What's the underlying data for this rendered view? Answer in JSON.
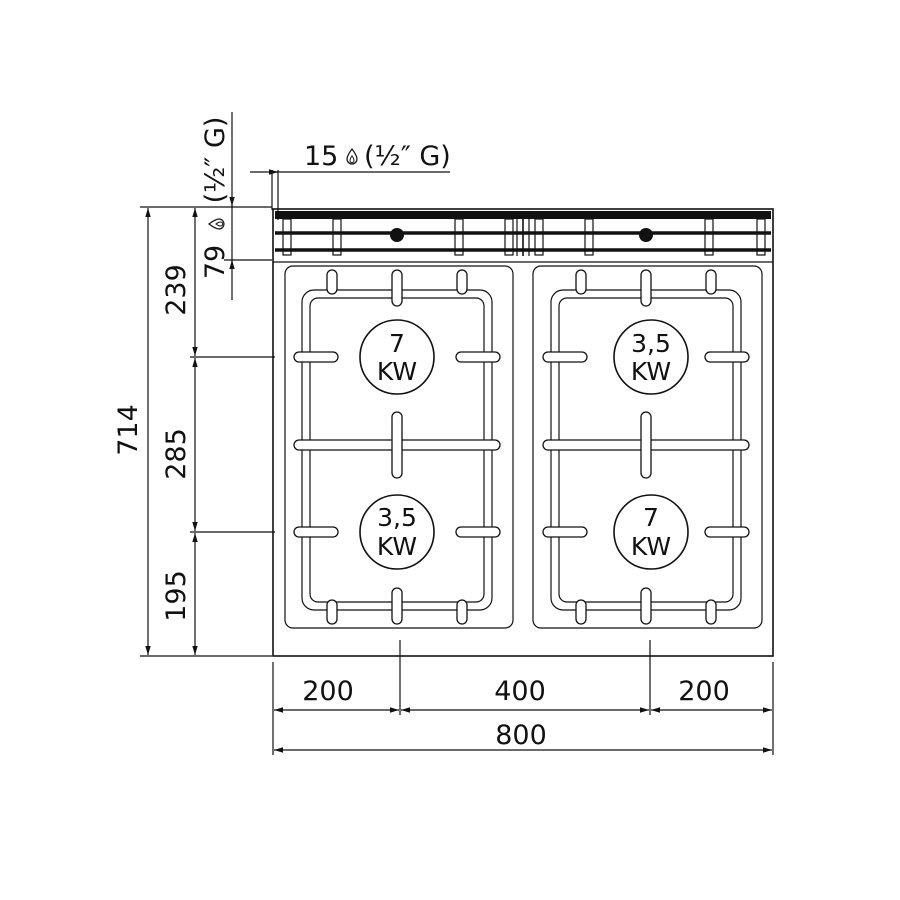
{
  "dimensions": {
    "total_width": "800",
    "left_segment": "200",
    "middle_segment": "400",
    "right_segment": "200",
    "total_depth": "714",
    "depth_front": "195",
    "depth_middle": "285",
    "depth_rear": "239",
    "gas_connection_side": "15",
    "gas_connection_side_thread": "(½″ G)",
    "gas_connection_rear": "79",
    "gas_connection_rear_thread": "(½″ G)"
  },
  "burners": [
    {
      "power": "7",
      "unit": "KW"
    },
    {
      "power": "3,5",
      "unit": "KW"
    },
    {
      "power": "3,5",
      "unit": "KW"
    },
    {
      "power": "7",
      "unit": "KW"
    }
  ],
  "icons": {
    "gas": "flame-icon"
  },
  "colors": {
    "line": "#111111",
    "background": "#ffffff"
  }
}
